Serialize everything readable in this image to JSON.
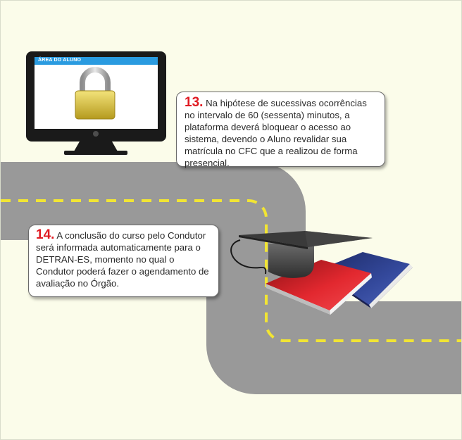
{
  "monitor": {
    "header_label": "ÁREA DO ALUNO",
    "icon": "padlock-icon"
  },
  "graduation": {
    "icons": [
      "graduation-cap-icon",
      "red-book-icon",
      "blue-book-icon"
    ]
  },
  "items": [
    {
      "number": "13.",
      "text": "Na hipótese de sucessivas ocorrências no intervalo de 60 (sessenta) minutos, a plataforma deverá bloquear o acesso ao sistema, devendo o Aluno revalidar sua matrícula no CFC que a realizou de forma presencial."
    },
    {
      "number": "14.",
      "text": "A conclusão do curso pelo Condutor será informada automaticamente para o DETRAN-ES, momento no qual o Condutor poderá fazer o agendamento de avaliação no Órgão."
    }
  ],
  "colors": {
    "background": "#fbfcea",
    "road": "#999999",
    "road_dashes": "#f2e533",
    "accent_number": "#e01a22",
    "monitor_header": "#2a9be0",
    "book_red": "#d9262d",
    "book_blue": "#2c3e8c"
  }
}
